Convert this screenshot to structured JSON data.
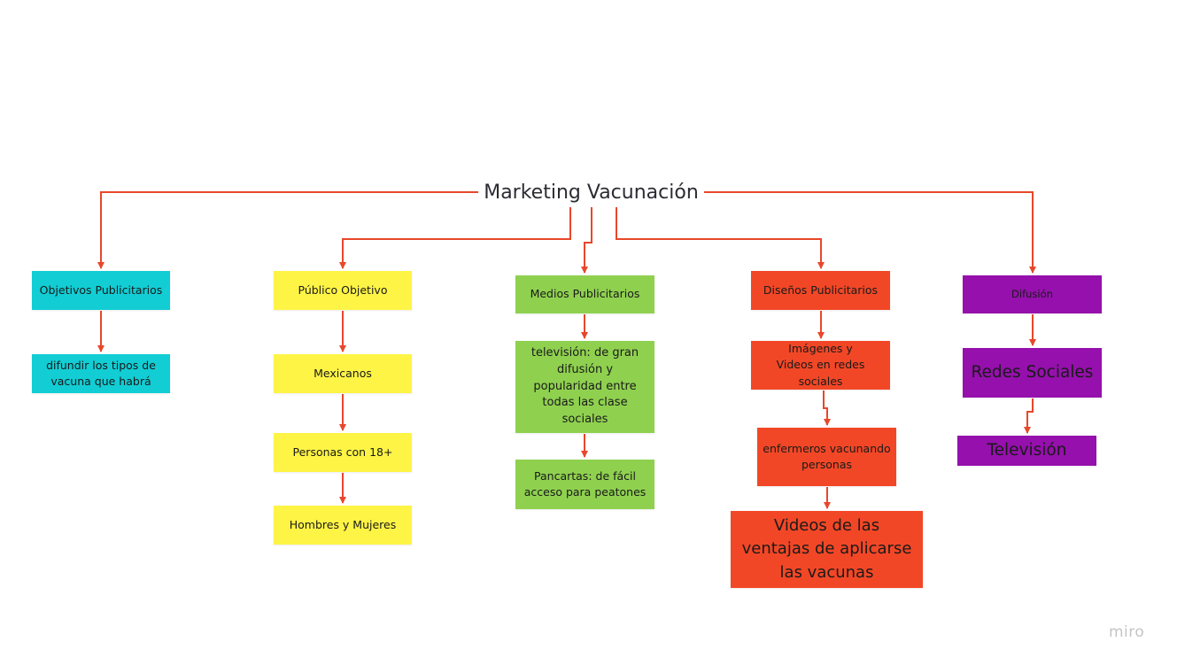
{
  "title": "Marketing Vacunación",
  "colors": {
    "connector": "#e8472a",
    "cyan": "#12cdd4",
    "yellow": "#fef445",
    "green": "#8fd14f",
    "orange": "#f24726",
    "purple": "#9510ac"
  },
  "branches": {
    "objetivos": {
      "header": "Objetivos Publicitarios",
      "items": [
        "difundir los tipos de vacuna que habrá"
      ]
    },
    "publico": {
      "header": "Público Objetivo",
      "items": [
        "Mexicanos",
        "Personas con 18+",
        "Hombres y Mujeres"
      ]
    },
    "medios": {
      "header": "Medios Publicitarios",
      "items": [
        "televisión: de gran difusión y popularidad entre todas las clase sociales",
        "Pancartas: de fácil acceso para peatones"
      ]
    },
    "disenos": {
      "header": "Diseños Publicitarios",
      "items": [
        "Imágenes y Videos en redes sociales",
        "enfermeros vacunando personas",
        "Videos de las ventajas de aplicarse las vacunas"
      ]
    },
    "difusion": {
      "header": "Difusión",
      "items": [
        "Redes Sociales",
        "Televisión"
      ]
    }
  },
  "watermark": "miro"
}
